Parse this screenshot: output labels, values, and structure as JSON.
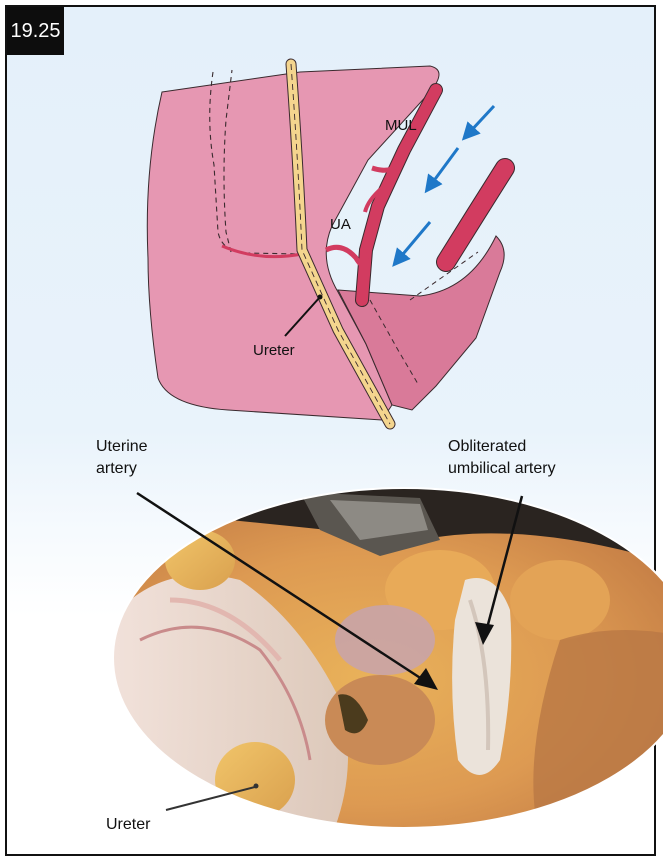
{
  "figure": {
    "number": "19.25"
  },
  "diagram": {
    "labels": {
      "mul": "MUL",
      "ua": "UA",
      "ureter": "Ureter"
    },
    "colors": {
      "tissue": "#e697b2",
      "tissue_dark": "#d97a99",
      "vessel": "#d23c60",
      "ureter": "#f4d58e",
      "arrow": "#1f78c8"
    }
  },
  "photo": {
    "labels": {
      "uterine_artery_line1": "Uterine",
      "uterine_artery_line2": "artery",
      "obliterated_line1": "Obliterated",
      "obliterated_line2": "umbilical artery",
      "ureter": "Ureter"
    }
  }
}
